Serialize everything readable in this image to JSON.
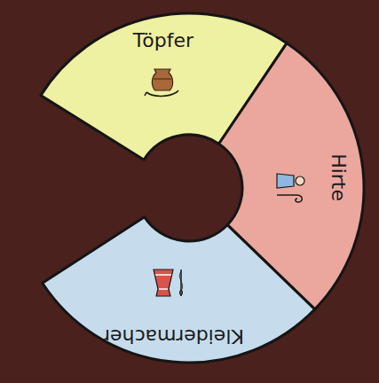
{
  "diagram": {
    "nodes": [
      {
        "text": [
          "Töpfer"
        ]
      },
      {
        "text": [
          "Hirte"
        ]
      },
      {
        "text": [
          "Kleidermacher"
        ]
      }
    ]
  }
}
